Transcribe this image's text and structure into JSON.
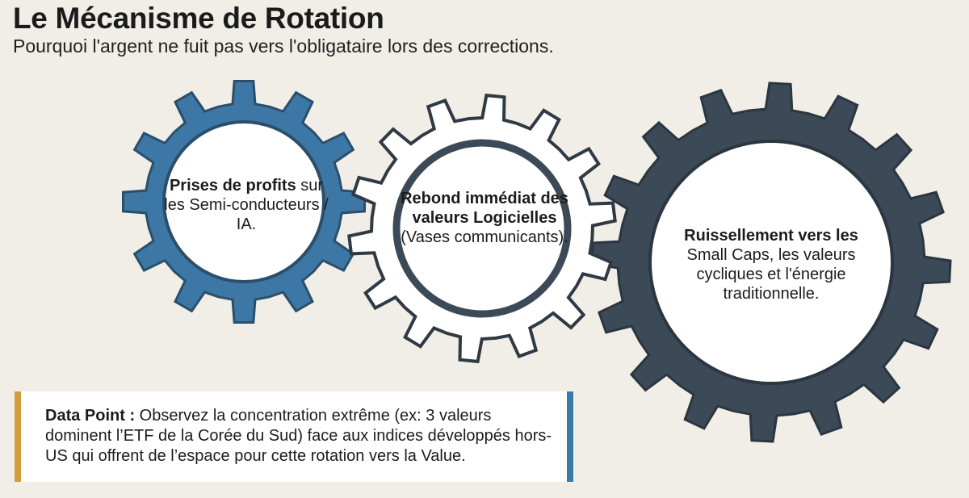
{
  "title": "Le Mécanisme de Rotation",
  "subtitle": "Pourquoi l'argent ne fuit pas vers l'obligataire lors des corrections.",
  "gears": [
    {
      "color": "#3d77a5",
      "bold": "Prises de profits",
      "rest": " sur les Semi-conducteurs / IA."
    },
    {
      "color": "#ffffff",
      "bold": "Rebond immédiat des valeurs Logicielles",
      "rest": " (Vases communicants)."
    },
    {
      "color": "#3c4a58",
      "bold": "Ruissellement vers les",
      "rest": " Small Caps, les valeurs cycliques et l'énergie traditionnelle."
    }
  ],
  "datapoint": {
    "label": "Data Point :",
    "text": " Observez la concentration extrême (ex: 3 valeurs dominent l’ETF de la Corée du Sud) face aux indices développés hors-US qui offrent de l’espace pour cette rotation vers la Value."
  }
}
